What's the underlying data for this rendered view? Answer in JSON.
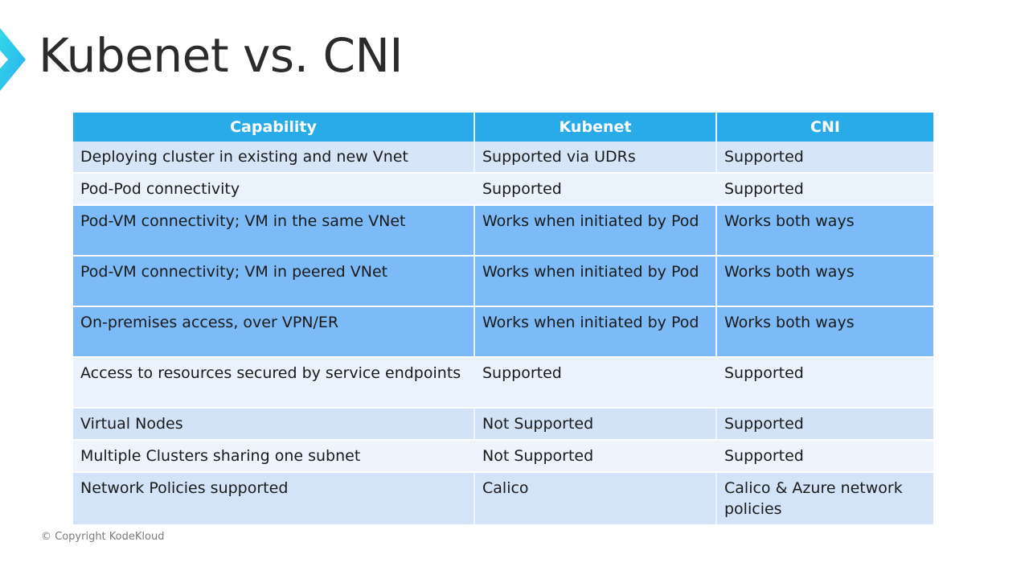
{
  "slide": {
    "title": "Kubenet vs. CNI",
    "logo_icon": "chevron-right-icon",
    "copyright": "© Copyright KodeKloud",
    "colors": {
      "header_blue": "#29ABE9",
      "chevron_gradient_start": "#2fd9e8",
      "chevron_gradient_end": "#29ABE9",
      "title_text": "#2b2b2b",
      "row_highlight": "#7cbbf7",
      "row_light": "#eaf2fc",
      "row_mid": "#d6e6f8",
      "copyright_text": "#7b7b7b"
    }
  },
  "table": {
    "columns": [
      "Capability",
      "Kubenet",
      "CNI"
    ],
    "rows": [
      {
        "capability": "Deploying cluster in existing and new Vnet",
        "kubenet": "Supported via UDRs",
        "cni": "Supported"
      },
      {
        "capability": "Pod-Pod connectivity",
        "kubenet": "Supported",
        "cni": "Supported"
      },
      {
        "capability": "Pod-VM connectivity; VM in the same VNet",
        "kubenet": "Works when initiated by Pod",
        "cni": "Works both ways"
      },
      {
        "capability": "Pod-VM connectivity; VM in peered VNet",
        "kubenet": "Works when initiated by Pod",
        "cni": "Works both ways"
      },
      {
        "capability": "On-premises access, over VPN/ER",
        "kubenet": "Works when initiated by Pod",
        "cni": "Works both ways"
      },
      {
        "capability": "Access to resources secured by service endpoints",
        "kubenet": "Supported",
        "cni": "Supported"
      },
      {
        "capability": "Virtual Nodes",
        "kubenet": "Not Supported",
        "cni": "Supported"
      },
      {
        "capability": "Multiple Clusters sharing one subnet",
        "kubenet": "Not Supported",
        "cni": "Supported"
      },
      {
        "capability": "Network Policies supported",
        "kubenet": "Calico",
        "cni": "Calico & Azure network policies"
      }
    ]
  }
}
